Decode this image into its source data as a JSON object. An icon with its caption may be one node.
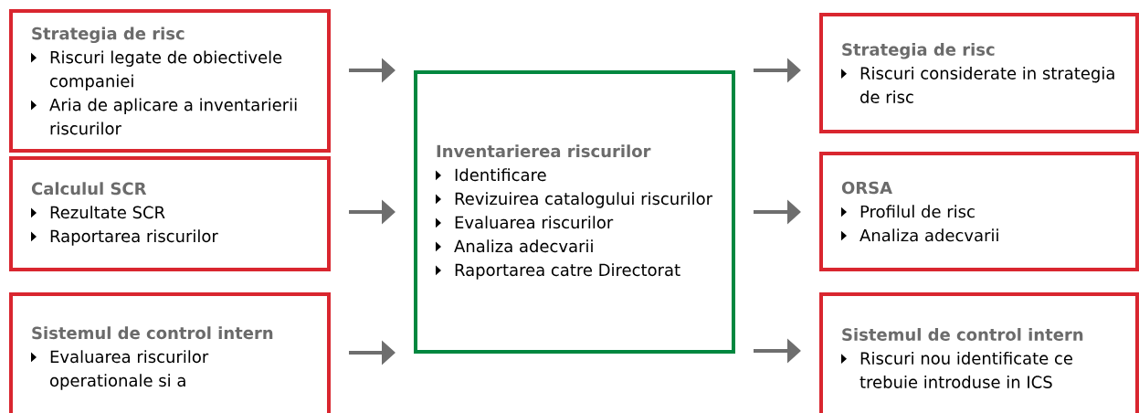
{
  "diagram": {
    "nodes": [
      {
        "text": [
          "Strategia de risc",
          "Riscuri legate de obiectivele companiei",
          "Aria de aplicare a inventarierii riscurilor"
        ]
      },
      {
        "text": [
          "Calculul SCR",
          "Rezultate SCR",
          "Raportarea riscurilor"
        ]
      },
      {
        "text": [
          "Sistemul de control intern",
          "Evaluarea riscurilor operationale si a"
        ]
      },
      {
        "text": [
          "Inventarierea riscurilor",
          "Identificare",
          "Revizuirea catalogului riscurilor",
          "Evaluarea riscurilor",
          "Analiza adecvarii",
          "Raportarea catre Directorat"
        ]
      },
      {
        "text": [
          "Strategia de risc",
          "Riscuri considerate in strategia de risc"
        ]
      },
      {
        "text": [
          "ORSA",
          "Profilul de risc",
          "Analiza adecvarii"
        ]
      },
      {
        "text": [
          "Sistemul de control intern",
          "Riscuri nou identificate ce trebuie introduse in ICS"
        ]
      }
    ],
    "edges": [
      {
        "from": 0,
        "to": 3,
        "arrow": "to"
      },
      {
        "from": 1,
        "to": 3,
        "arrow": "to"
      },
      {
        "from": 2,
        "to": 3,
        "arrow": "to"
      },
      {
        "from": 3,
        "to": 4,
        "arrow": "to"
      },
      {
        "from": 3,
        "to": 5,
        "arrow": "to"
      },
      {
        "from": 3,
        "to": 6,
        "arrow": "to"
      }
    ]
  }
}
